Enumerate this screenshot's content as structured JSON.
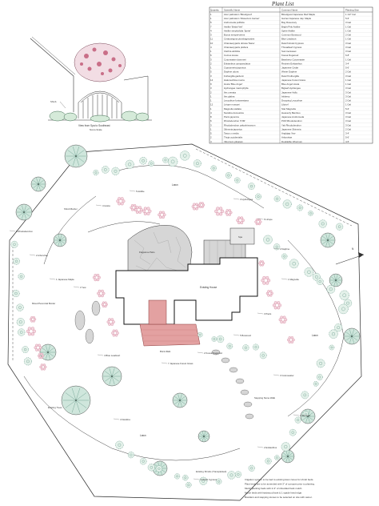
{
  "view": {
    "title": "View from Spa to Southeast",
    "scale": "Not-to-Scale",
    "shrub_label": "Shrub"
  },
  "plant_list": {
    "title": "Plant List",
    "headers": [
      "Quantity",
      "Scientific Name",
      "Common Name",
      "Planting Size"
    ],
    "rows": [
      [
        "1",
        "Acer palmatum 'Bloodgood'",
        "Bloodgood Japanese Red Maple",
        "1 1/2\" Cal"
      ],
      [
        "1",
        "Acer palmatum 'Dissectum Garnet'",
        "Garnet Japanese Jap. Maple",
        "5-6'"
      ],
      [
        "5",
        "Andromeda polifolia",
        "Bog Rosemary",
        "3 Gal"
      ],
      [
        "7",
        "Astilbe 'Bridal Veil'",
        "Bright Pink Astilbe",
        "1 Gal"
      ],
      [
        "4",
        "Astilbe simplicifolia 'Sprite'",
        "Sprite Astilbe",
        "1 Gal"
      ],
      [
        "3",
        "Buxus sempervirens",
        "Common Boxwood",
        "2 Gal"
      ],
      [
        "11",
        "Ceratostigma plumbaginoides",
        "Blue Leadwort",
        "1 Gal"
      ],
      [
        "10",
        "Chamaecyparis obtusa 'Nana'",
        "Dwarf Hinoki Cypress",
        "3 Gal"
      ],
      [
        "4",
        "Chamaecyparis pisifera",
        "Threadleaf Cypress",
        "3 Gal"
      ],
      [
        "1",
        "Clethra alnifolia",
        "Summersweet",
        "3 Gal"
      ],
      [
        "6",
        "Cornus kousa",
        "Kousa Dogwood",
        "6-8'"
      ],
      [
        "3",
        "Cotoneaster dammeri",
        "Bearberry Cotoneaster",
        "1 Gal"
      ],
      [
        "2",
        "Enkianthus campanulatus",
        "Redvein Enkianthus",
        "3-4'"
      ],
      [
        "1",
        "Cryptomeria japonica",
        "Japanese Cedar",
        "5-6'"
      ],
      [
        "5",
        "Daphne odora",
        "Winter Daphne",
        "2 Gal"
      ],
      [
        "3",
        "Fothergilla gardenii",
        "Dwarf Fothergilla",
        "3 Gal"
      ],
      [
        "14",
        "Hakonechloa macra",
        "Japanese Forest Grass",
        "1 Gal"
      ],
      [
        "9",
        "Hosta 'Blue Angel'",
        "Blue Angel Hosta",
        "1 Gal"
      ],
      [
        "3",
        "Hydrangea macrophylla",
        "Bigleaf Hydrangea",
        "3 Gal"
      ],
      [
        "2",
        "Ilex crenata",
        "Japanese Holly",
        "3 Gal"
      ],
      [
        "1",
        "Ilex glabra",
        "Inkberry",
        "3 Gal"
      ],
      [
        "1",
        "Leucothoe fontanesiana",
        "Drooping Leucothoe",
        "2 Gal"
      ],
      [
        "12",
        "Liriope muscari",
        "Lilyturf",
        "1 Gal"
      ],
      [
        "1",
        "Magnolia stellata",
        "Star Magnolia",
        "5-6'"
      ],
      [
        "4",
        "Nandina domestica",
        "Heavenly Bamboo",
        "3 Gal"
      ],
      [
        "8",
        "Pieris japonica",
        "Japanese Andromeda",
        "3 Gal"
      ],
      [
        "6",
        "Rhododendron 'PJM'",
        "PJM Rhododendron",
        "3 Gal"
      ],
      [
        "3",
        "Rhododendron yakushimanum",
        "Yak Rhododendron",
        "3 Gal"
      ],
      [
        "1",
        "Skimmia japonica",
        "Japanese Skimmia",
        "2 Gal"
      ],
      [
        "5",
        "Taxus x media",
        "Anglojap Yew",
        "3-4'"
      ],
      [
        "2",
        "Thuja occidentalis",
        "Arborvitae",
        "5-6'"
      ],
      [
        "4",
        "Viburnum plicatum",
        "Doublefile Viburnum",
        "4-5'"
      ]
    ]
  },
  "plan_labels": {
    "house": "Existing House",
    "lawn_1": "Lawn",
    "lawn_2": "Lawn",
    "lawn_3": "Lawn",
    "patio": "Flagstone Patio",
    "spa": "Spa",
    "north": "N",
    "existing_1": "Existing Trees",
    "existing_2": "Existing Shrubs (Transplanted)",
    "bed_1": "Shrub Border",
    "bed_2": "Mixed Perennial Border",
    "walk": "Stepping Stone Walk",
    "drive": "Brick Walk"
  },
  "callouts": [
    "5 Astilbe",
    "4 Hosta",
    "3 Hydrangea",
    "6 Liriope",
    "2 Daphne",
    "1 Magnolia",
    "3 Pieris",
    "5 Boxwood",
    "2 Kousa Dogwood",
    "7 Japanese Forest Grass",
    "4 Blue Leadwort",
    "3 Yew",
    "1 Japanese Maple",
    "2 Arborvitae",
    "6 Rhododendron",
    "4 Nandina",
    "3 Cotoneaster",
    "1 Skimmia",
    "2 Enkianthus",
    "4 Hinoki Cypress"
  ],
  "notes": [
    "Irrigation system to be tied to existing lawn zones for shrub beds.",
    "Plant beds are to be amended with 3\" of compost prior to planting.",
    "Mulch planting beds with 2-3\" of shredded bark mulch.",
    "Mulch beds with hardwood bark & 1 spade lined edge.",
    "Boulders and stepping stones to be selected on site with owner."
  ],
  "colors": {
    "line": "#2b2b2b",
    "plant_fill": "#cfe6dc",
    "plant_dark": "#3e7d6a",
    "patio": "#c9c9c9",
    "brick": "#d98b8b",
    "flower": "#c96f88"
  }
}
